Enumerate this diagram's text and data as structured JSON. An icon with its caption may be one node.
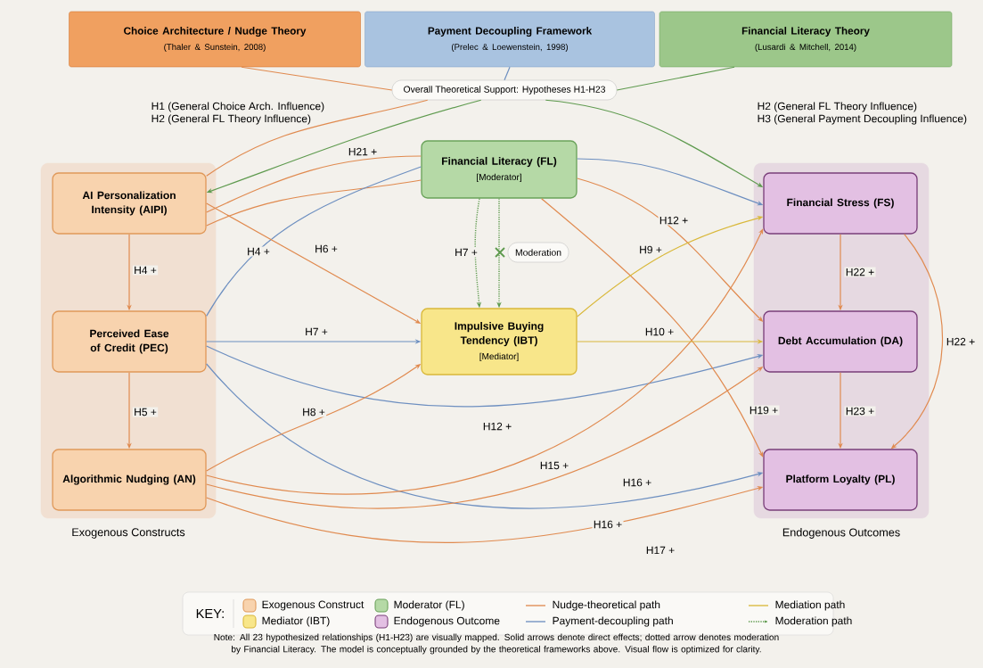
{
  "diagram": {
    "nodes": [
      {
        "text": [
          "Choice Architecture / Nudge Theory",
          "(Thaler & Sunstein, 2008)"
        ]
      },
      {
        "text": [
          "Payment Decoupling Framework",
          "(Prelec & Loewenstein, 1998)"
        ]
      },
      {
        "text": [
          "Financial Literacy Theory",
          "(Lusardi & Mitchell, 2014)"
        ]
      },
      {
        "text": [
          "Overall Theoretical Support: Hypotheses H1-H23"
        ]
      },
      {
        "text": [
          "Exogenous Constructs"
        ]
      },
      {
        "text": [
          "AI Personalization Intensity (AIPI)"
        ],
        "in": 4
      },
      {
        "text": [
          "Perceived Ease of Credit (PEC)"
        ],
        "in": 4
      },
      {
        "text": [
          "Algorithmic Nudging (AN)"
        ],
        "in": 4
      },
      {
        "text": [
          "Financial Literacy (FL)",
          "[Moderator]"
        ]
      },
      {
        "text": [
          "Impulsive Buying Tendency (IBT)",
          "[Mediator]"
        ]
      },
      {
        "text": [
          "Endogenous Outcomes"
        ]
      },
      {
        "text": [
          "Financial Stress (FS)"
        ],
        "in": 10
      },
      {
        "text": [
          "Debt Accumulation (DA)"
        ],
        "in": 10
      },
      {
        "text": [
          "Platform Loyalty (PL)"
        ],
        "in": 10
      },
      {
        "text": [
          "Moderation"
        ]
      }
    ],
    "edges": [
      {
        "from": 0,
        "to": 3,
        "arrow": "none"
      },
      {
        "from": 1,
        "to": 3,
        "arrow": "none",
        "color": "#6d8fc0"
      },
      {
        "from": 2,
        "to": 3,
        "arrow": "none",
        "color": "#5e9a4e"
      },
      {
        "from": 3,
        "to": 5,
        "arrow": "none"
      },
      {
        "from": 3,
        "to": 5,
        "arrow": "to",
        "color": "#5e9a4e"
      },
      {
        "from": 3,
        "to": 11,
        "arrow": "to",
        "color": "#5e9a4e"
      },
      {
        "from": 8,
        "to": 5,
        "arrow": "none",
        "label": "H21 +"
      },
      {
        "from": 8,
        "to": 5,
        "arrow": "none"
      },
      {
        "from": 8,
        "to": 6,
        "arrow": "none",
        "label": "H4 +",
        "color": "#6d8fc0"
      },
      {
        "from": 5,
        "to": 6,
        "arrow": "to",
        "label": "H4 +"
      },
      {
        "from": 5,
        "to": 9,
        "arrow": "to",
        "label": "H6 +"
      },
      {
        "from": 6,
        "to": 7,
        "arrow": "to",
        "label": "H5 +"
      },
      {
        "from": 6,
        "to": 9,
        "arrow": "to",
        "label": "H7 +",
        "color": "#6d8fc0"
      },
      {
        "from": 6,
        "to": 12,
        "arrow": "to",
        "label": "H12 +",
        "color": "#6d8fc0"
      },
      {
        "from": 6,
        "to": 13,
        "arrow": "to",
        "label": "H16 +",
        "color": "#6d8fc0"
      },
      {
        "from": 7,
        "to": 9,
        "arrow": "to",
        "label": "H8 +"
      },
      {
        "from": 7,
        "to": 11,
        "arrow": "to",
        "label": "H15 +"
      },
      {
        "from": 7,
        "to": 12,
        "arrow": "to",
        "label": "H16 +"
      },
      {
        "from": 7,
        "to": 13,
        "arrow": "to",
        "label": "H17 +"
      },
      {
        "from": 8,
        "to": 11,
        "arrow": "to",
        "color": "#6d8fc0"
      },
      {
        "from": 8,
        "to": 12,
        "arrow": "to",
        "label": "H12 +"
      },
      {
        "from": 8,
        "to": 13,
        "arrow": "to",
        "label": "H19 +"
      },
      {
        "from": 8,
        "to": 9,
        "arrow": "to",
        "label": "H7 +",
        "style": "dashed",
        "color": "#5e9a4e"
      },
      {
        "from": 8,
        "to": 9,
        "arrow": "to",
        "style": "dashed",
        "color": "#5e9a4e"
      },
      {
        "from": 9,
        "to": 11,
        "arrow": "to",
        "label": "H9 +",
        "color": "#d9b83a"
      },
      {
        "from": 9,
        "to": 12,
        "arrow": "to",
        "label": "H10 +",
        "color": "#d9b83a"
      },
      {
        "from": 11,
        "to": 12,
        "arrow": "to",
        "label": "H22 +"
      },
      {
        "from": 12,
        "to": 13,
        "arrow": "to",
        "label": "H23 +"
      },
      {
        "from": 11,
        "to": 13,
        "arrow": "to",
        "label": "H22 +"
      }
    ],
    "labels": [
      "H1 (General Choice Arch. Influence)",
      "H2 (General FL Theory Influence)",
      "H2 (General FL Theory Influence)",
      "H3 (General Payment Decoupling Influence)",
      "KEY:"
    ],
    "legend": [
      {
        "text": "Exogenous Construct",
        "color": "#f8d3ae"
      },
      {
        "text": "Moderator (FL)",
        "color": "#b5d9a6"
      },
      {
        "text": "Nudge-theoretical path"
      },
      {
        "text": "Mediation path"
      },
      {
        "text": "Mediator (IBT)",
        "color": "#f8e68a"
      },
      {
        "text": "Endogenous Outcome",
        "color": "#e3c0e3"
      },
      {
        "text": "Payment-decoupling path"
      },
      {
        "text": "Moderation path"
      }
    ],
    "caption": "Note: All 23 hypothesized relationships (H1-H23) are visually mapped. Solid arrows denote direct effects; dotted arrow denotes moderation by Financial Literacy. The model is conceptually grounded by the theoretical frameworks above. Visual flow is optimized for clarity."
  }
}
